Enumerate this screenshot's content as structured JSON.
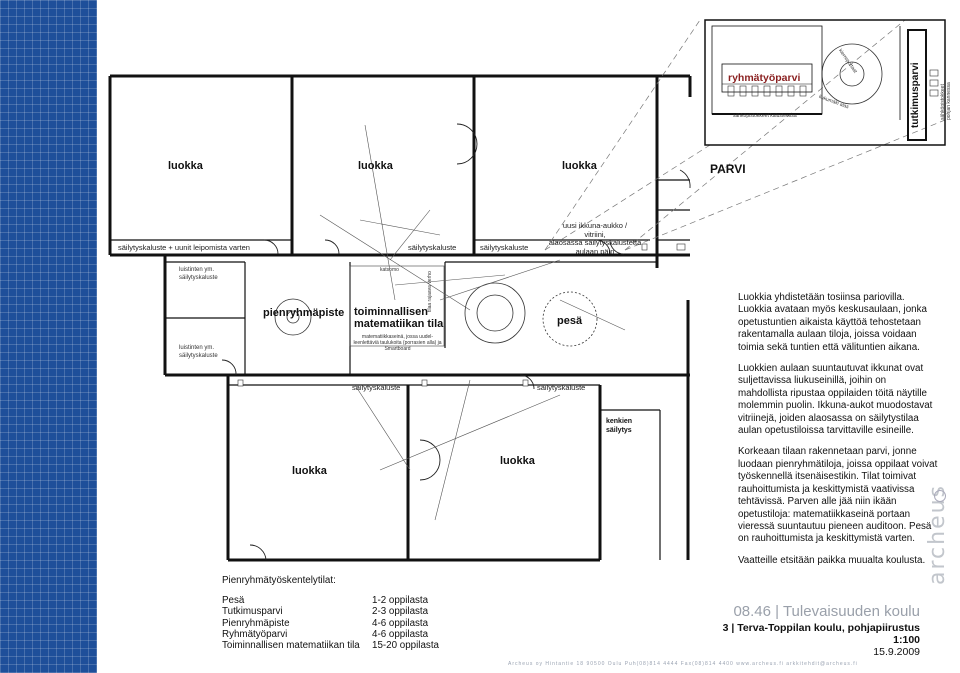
{
  "rooms": {
    "luokka_1": "luokka",
    "luokka_2": "luokka",
    "luokka_3": "luokka",
    "luokka_4": "luokka",
    "luokka_5": "luokka",
    "parvi": "PARVI",
    "pienryhmapiste": "pienryhmäpiste",
    "toiminnallisen_1": "toiminnallisen",
    "toiminnallisen_2": "matematiikan tila",
    "pesa": "pesä",
    "kenkien_1": "kenkien",
    "kenkien_2": "säilytys",
    "ryhmatyoparvi": "ryhmätyöparvi",
    "tutkimusparvi": "tutkimusparvi"
  },
  "labels": {
    "sailytys_uunit": "säilytyskaluste + uunit leipomista varten",
    "sailytyskaluste_a": "säilytyskaluste",
    "sailytyskaluste_b": "säilytyskaluste",
    "sailytyskaluste_c": "säilytyskaluste",
    "sailytyskaluste_d": "säilytyskaluste",
    "ikkuna_1": "uusi ikkuna-aukko /",
    "ikkuna_2": "vitriini,",
    "ikkuna_3": "alaosassa säilytyskalustetta",
    "ikkuna_4": "aulaan päin",
    "luistinten_a1": "luistinten ym.",
    "luistinten_a2": "säilytyskaluste",
    "luistinten_b1": "luistinten ym.",
    "luistinten_b2": "säilytyskaluste",
    "katsomo": "katsomo",
    "verho": "tilaa rajaava verho",
    "mat_1": "matematiikkaseinä, jossa uudel-",
    "mat_2": "leenlettäviä taulukoita (porrasien alla) ja",
    "mat_3": "Smartboard",
    "sahkopistokkeet_kalusteessa": "sähköpistokkeet kalusteessa",
    "sahkopistokkeet_pohjan_1": "sähköpistokkeet",
    "sahkopistokkeet_pohjan_2": "pohjan kannessa",
    "kierreportaat": "kierreportaat",
    "liukumaki": "liukumäki alas"
  },
  "paragraphs": [
    "Luokkia yhdistetään tosiinsa pariovilla. Luokkia avataan myös keskusaulaan, jonka opetustuntien aikaista käyttöä tehostetaan rakentamalla aulaan tiloja, joissa voidaan toimia sekä tuntien että välituntien aikana.",
    "Luokkien aulaan suuntautuvat ikkunat ovat suljettavissa liukuseinillä, joihin on mahdollista ripustaa oppilaiden töitä näytille molemmin puolin. Ikkuna-aukot muodostavat vitriinejä, joiden alaosassa on säilytystilaa aulan opetustiloissa tarvittaville esineille.",
    "Korkeaan tilaan rakennetaan parvi, jonne luodaan pienryhmätiloja, joissa oppilaat voivat työskennellä itsenäisestikin. Tilat toimivat rauhoittumista ja keskittymistä vaativissa tehtävissä. Parven alle jää niin ikään opetustiloja: matematiikkaseinä portaan vieressä suuntautuu pieneen auditoon. Pesä on rauhoittumista ja keskittymistä varten.",
    "Vaatteille etsitään paikka muualta koulusta."
  ],
  "group_list": {
    "title": "Pienryhmätyöskentelytilat:",
    "items": [
      {
        "name": "Pesä",
        "value": "1-2 oppilasta"
      },
      {
        "name": "Tutkimusparvi",
        "value": "2-3 oppilasta"
      },
      {
        "name": "Pienryhmäpiste",
        "value": "4-6 oppilasta"
      },
      {
        "name": "Ryhmätyöparvi",
        "value": "4-6 oppilasta"
      },
      {
        "name": "Toiminnallisen matematiikan tila",
        "value": "15-20 oppilasta"
      }
    ]
  },
  "title_block": {
    "number_title": "08.46 | Tulevaisuuden koulu",
    "subtitle": "3 | Terva-Toppilan koulu, pohjapiirustus",
    "scale": "1:100",
    "date": "15.9.2009",
    "logo": "archeus",
    "footer": "Archeus oy     Hintantie 18   90500 Oulu   Puh(08)814 4444   Fax(08)814 4400   www.archeus.fi  arkkitehdit@archeus.fi"
  },
  "colors": {
    "sidebar_blue": "#1e4f9a",
    "title_grey": "#9aa0aa"
  }
}
